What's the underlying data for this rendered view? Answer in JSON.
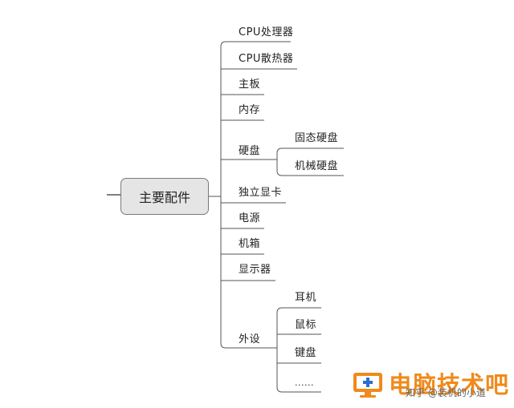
{
  "diagram": {
    "root": "主要配件",
    "branches": [
      {
        "label": "CPU处理器"
      },
      {
        "label": "CPU散热器"
      },
      {
        "label": "主板"
      },
      {
        "label": "内存"
      },
      {
        "label": "硬盘",
        "children": [
          "固态硬盘",
          "机械硬盘"
        ]
      },
      {
        "label": "独立显卡"
      },
      {
        "label": "电源"
      },
      {
        "label": "机箱"
      },
      {
        "label": "显示器"
      },
      {
        "label": "外设",
        "children": [
          "耳机",
          "鼠标",
          "键盘",
          "......"
        ]
      }
    ]
  },
  "watermark": {
    "text": "电脑技术吧",
    "sub": "知乎 @装机的小道",
    "color": "#f08a1c"
  }
}
